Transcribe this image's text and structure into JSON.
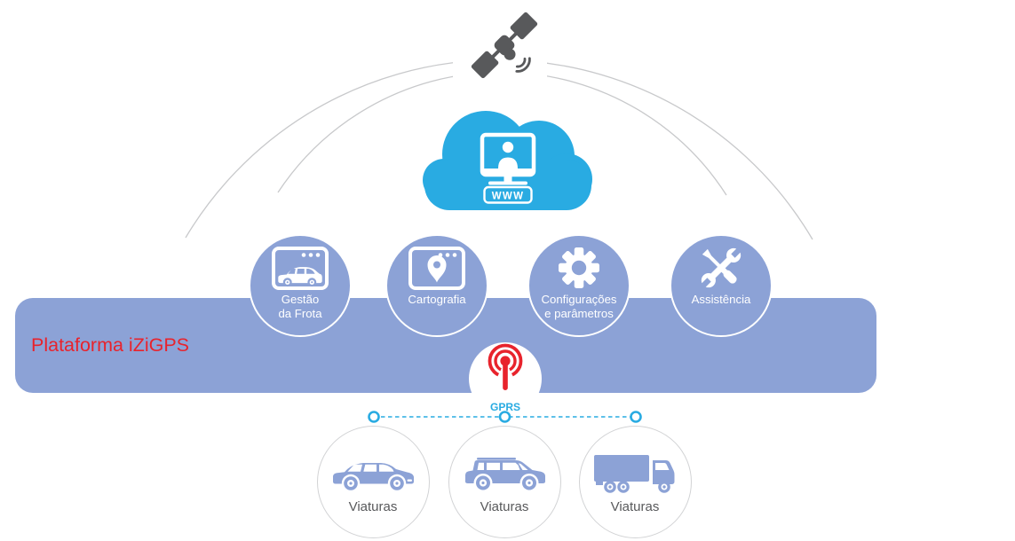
{
  "platform": {
    "label": "Plataforma iZiGPS"
  },
  "cloud": {
    "www_label": "WWW"
  },
  "gprs": {
    "label": "GPRS"
  },
  "features": [
    {
      "line1": "Gestão",
      "line2": "da Frota",
      "icon": "browser-car-icon"
    },
    {
      "line1": "Cartografia",
      "line2": "",
      "icon": "browser-map-pin-icon"
    },
    {
      "line1": "Configurações",
      "line2": "e parâmetros",
      "icon": "gear-icon"
    },
    {
      "line1": "Assistência",
      "line2": "",
      "icon": "wrench-screwdriver-icon"
    }
  ],
  "vehicles": [
    {
      "label": "Viaturas",
      "icon": "car-icon"
    },
    {
      "label": "Viaturas",
      "icon": "suv-icon"
    },
    {
      "label": "Viaturas",
      "icon": "truck-icon"
    }
  ],
  "colors": {
    "cloud_blue": "#29ABE2",
    "platform_blue": "#8CA2D6",
    "accent_red": "#E8232C",
    "satellite_gray": "#58595B",
    "arc_gray": "#C8C9CB",
    "label_gray": "#58595B",
    "circle_border_gray": "#D2D3D5"
  }
}
